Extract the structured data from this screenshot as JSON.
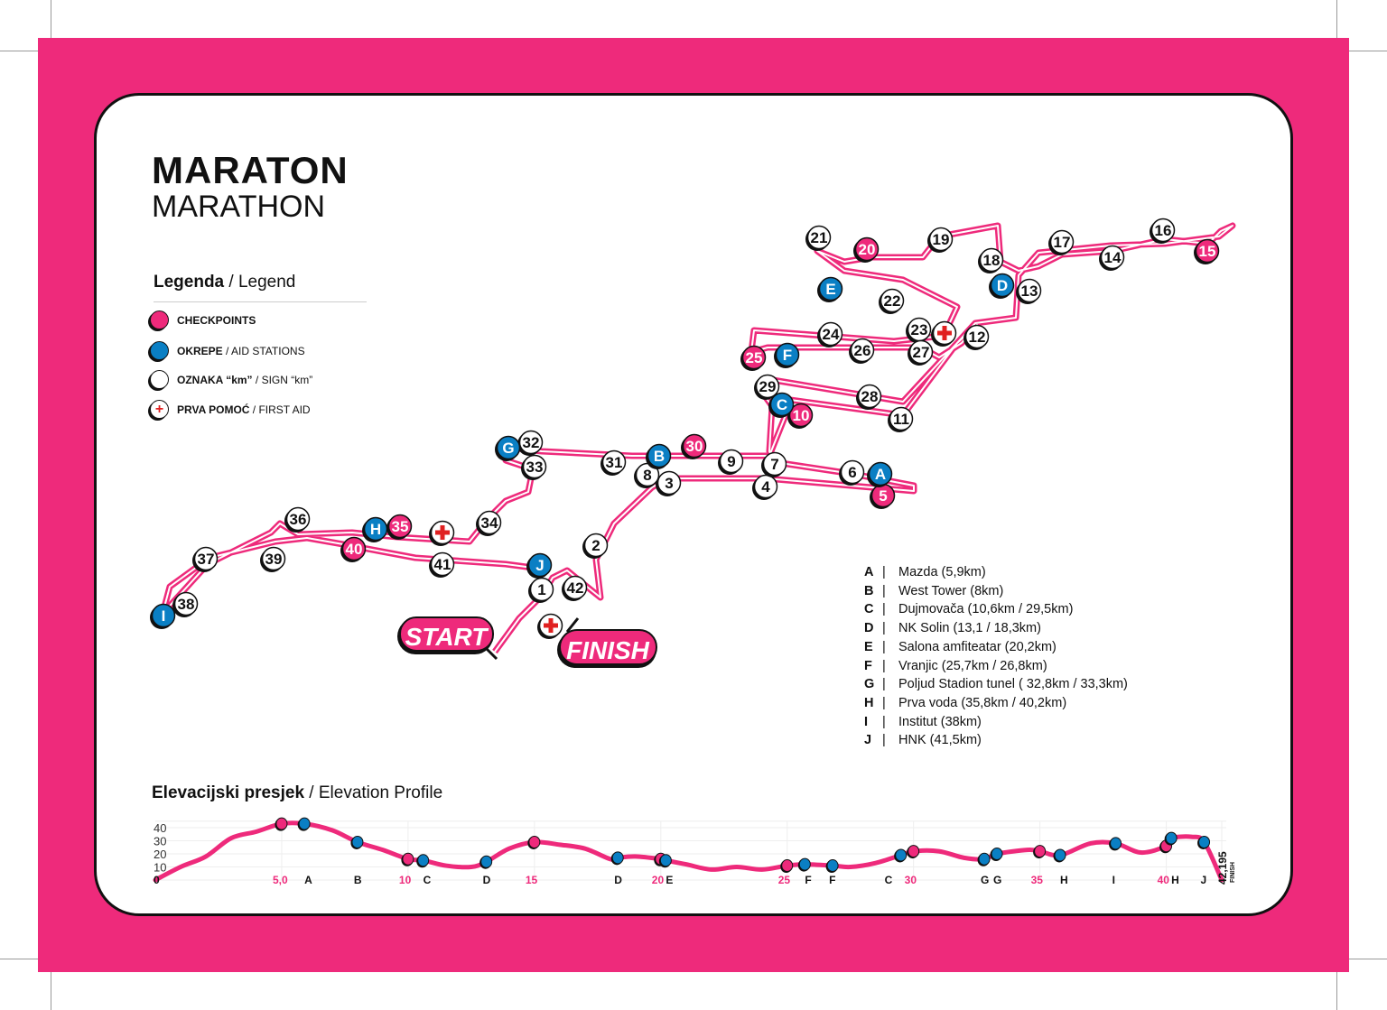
{
  "title": {
    "primary": "MARATON",
    "secondary": "MARATHON"
  },
  "legend": {
    "heading_bold": "Legenda",
    "heading_rest": " / Legend",
    "items": [
      {
        "icon": "checkpoint-dot",
        "color": "#EE2A7B",
        "bold": "CHECKPOINTS",
        "rest": ""
      },
      {
        "icon": "aid-station-dot",
        "color": "#0A7FC4",
        "bold": "OKREPE",
        "rest": " / AID STATIONS"
      },
      {
        "icon": "km-sign-dot",
        "color": "#FFFFFF",
        "bold": "OZNAKA “km”",
        "rest": " / SIGN “km”"
      },
      {
        "icon": "first-aid-cross",
        "color": "#E02020",
        "bold": "PRVA POMOĆ",
        "rest": " / FIRST AID"
      }
    ]
  },
  "map": {
    "start_label": "START",
    "finish_label": "FINISH",
    "km_signs": [
      "1",
      "2",
      "3",
      "4",
      "6",
      "7",
      "8",
      "9",
      "11",
      "12",
      "13",
      "14",
      "16",
      "17",
      "18",
      "19",
      "21",
      "22",
      "23",
      "24",
      "26",
      "27",
      "28",
      "29",
      "31",
      "32",
      "33",
      "34",
      "36",
      "37",
      "38",
      "39",
      "41",
      "42"
    ],
    "checkpoints": [
      "5",
      "10",
      "15",
      "20",
      "25",
      "30",
      "35",
      "40"
    ],
    "aid_stations": [
      "A",
      "B",
      "C",
      "D",
      "E",
      "F",
      "G",
      "H",
      "I",
      "J"
    ],
    "first_aid_count": 3,
    "colors": {
      "route": "#EE2A7B",
      "checkpoint": "#EE2A7B",
      "aid": "#0A7FC4",
      "first_aid": "#E02020"
    }
  },
  "stations": [
    {
      "code": "A",
      "name": "Mazda (5,9km)"
    },
    {
      "code": "B",
      "name": "West Tower (8km)"
    },
    {
      "code": "C",
      "name": "Dujmovača (10,6km / 29,5km)"
    },
    {
      "code": "D",
      "name": "NK Solin (13,1 / 18,3km)"
    },
    {
      "code": "E",
      "name": "Salona amfiteatar (20,2km)"
    },
    {
      "code": "F",
      "name": "Vranjic (25,7km / 26,8km)"
    },
    {
      "code": "G",
      "name": "Poljud Stadion tunel ( 32,8km / 33,3km)"
    },
    {
      "code": "H",
      "name": "Prva voda (35,8km / 40,2km)"
    },
    {
      "code": "I",
      "name": "Institut (38km)"
    },
    {
      "code": "J",
      "name": "HNK (41,5km)"
    }
  ],
  "elevation": {
    "heading_bold": "Elevacijski presjek",
    "heading_rest": " / Elevation Profile",
    "chart_data": {
      "type": "line",
      "xlim": [
        0,
        42.195
      ],
      "ylim": [
        0,
        45
      ],
      "y_ticks": [
        "10",
        "20",
        "30",
        "40"
      ],
      "grid": true,
      "profile": [
        [
          0,
          0
        ],
        [
          1,
          10
        ],
        [
          2,
          18
        ],
        [
          3,
          32
        ],
        [
          4,
          37
        ],
        [
          5,
          43
        ],
        [
          5.9,
          43
        ],
        [
          7,
          38
        ],
        [
          8,
          29
        ],
        [
          9,
          23
        ],
        [
          10,
          16
        ],
        [
          10.6,
          15
        ],
        [
          11.5,
          11
        ],
        [
          12.5,
          10
        ],
        [
          13.1,
          14
        ],
        [
          14,
          24
        ],
        [
          15,
          29
        ],
        [
          16,
          27
        ],
        [
          17,
          24
        ],
        [
          18,
          16
        ],
        [
          18.3,
          17
        ],
        [
          19,
          18
        ],
        [
          20,
          16
        ],
        [
          20.2,
          15
        ],
        [
          21,
          12
        ],
        [
          22,
          8
        ],
        [
          23,
          10
        ],
        [
          24,
          8
        ],
        [
          25,
          11
        ],
        [
          25.7,
          12
        ],
        [
          26.8,
          11
        ],
        [
          27.5,
          10
        ],
        [
          28.5,
          13
        ],
        [
          29.5,
          19
        ],
        [
          30,
          22
        ],
        [
          31,
          22
        ],
        [
          32,
          17
        ],
        [
          32.8,
          16
        ],
        [
          33.3,
          20
        ],
        [
          34.5,
          23
        ],
        [
          35,
          22
        ],
        [
          35.8,
          19
        ],
        [
          37,
          28
        ],
        [
          38,
          28
        ],
        [
          39,
          21
        ],
        [
          40,
          26
        ],
        [
          40.2,
          32
        ],
        [
          41,
          33
        ],
        [
          41.5,
          29
        ],
        [
          42.195,
          0
        ]
      ],
      "checkpoint_markers": [
        5,
        10,
        15,
        20,
        25,
        30,
        35,
        40
      ],
      "aid_markers": [
        {
          "label": "A",
          "km": 5.9
        },
        {
          "label": "B",
          "km": 8
        },
        {
          "label": "C",
          "km": 10.6
        },
        {
          "label": "D",
          "km": 13.1
        },
        {
          "label": "D",
          "km": 18.3
        },
        {
          "label": "E",
          "km": 20.2
        },
        {
          "label": "F",
          "km": 25.7
        },
        {
          "label": "F",
          "km": 26.8
        },
        {
          "label": "C",
          "km": 29.5
        },
        {
          "label": "G",
          "km": 32.8
        },
        {
          "label": "G",
          "km": 33.3
        },
        {
          "label": "H",
          "km": 35.8
        },
        {
          "label": "I",
          "km": 38
        },
        {
          "label": "H",
          "km": 40.2
        },
        {
          "label": "J",
          "km": 41.5
        }
      ],
      "km_tick_labels": [
        {
          "label": "0",
          "km": 0
        },
        {
          "label": "5,0",
          "km": 5
        },
        {
          "label": "10",
          "km": 10
        },
        {
          "label": "15",
          "km": 15
        },
        {
          "label": "20",
          "km": 20
        },
        {
          "label": "25",
          "km": 25
        },
        {
          "label": "30",
          "km": 30
        },
        {
          "label": "35",
          "km": 35
        },
        {
          "label": "40",
          "km": 40
        }
      ],
      "finish_label": "42,195",
      "finish_word": "FINISH"
    }
  }
}
